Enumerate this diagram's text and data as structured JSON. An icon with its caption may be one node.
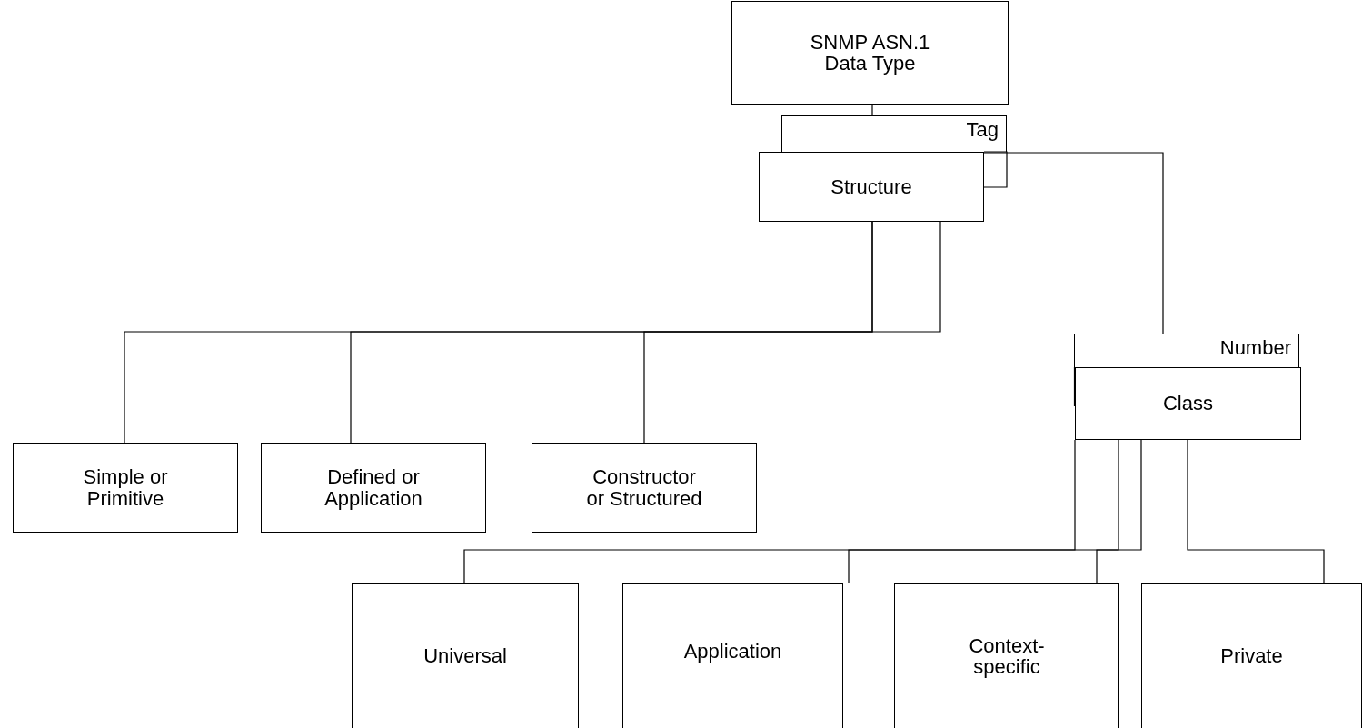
{
  "diagram": {
    "nodes": [
      {
        "text": [
          "SNMP ASN.1 Data Type"
        ]
      },
      {
        "text": [
          "Tag"
        ]
      },
      {
        "text": [
          "Structure"
        ]
      },
      {
        "text": [
          "Simple or Primitive"
        ]
      },
      {
        "text": [
          "Defined or Application"
        ]
      },
      {
        "text": [
          "Constructor or Structured"
        ]
      },
      {
        "text": [
          "Number"
        ]
      },
      {
        "text": [
          "Class"
        ]
      },
      {
        "text": [
          "Universal"
        ]
      },
      {
        "text": [
          "Application"
        ]
      },
      {
        "text": [
          "Context-specific"
        ]
      },
      {
        "text": [
          "Private"
        ]
      }
    ],
    "edges": [
      {
        "from": 0,
        "to": 1,
        "arrow": "none"
      },
      {
        "from": 1,
        "to": 2,
        "arrow": "none"
      },
      {
        "from": 2,
        "to": 6,
        "arrow": "none"
      },
      {
        "from": 6,
        "to": 7,
        "arrow": "none"
      },
      {
        "from": 2,
        "to": 3,
        "arrow": "none"
      },
      {
        "from": 2,
        "to": 4,
        "arrow": "none"
      },
      {
        "from": 2,
        "to": 5,
        "arrow": "none"
      },
      {
        "from": 7,
        "to": 8,
        "arrow": "none"
      },
      {
        "from": 7,
        "to": 9,
        "arrow": "none"
      },
      {
        "from": 7,
        "to": 10,
        "arrow": "none"
      },
      {
        "from": 7,
        "to": 11,
        "arrow": "none"
      }
    ]
  }
}
